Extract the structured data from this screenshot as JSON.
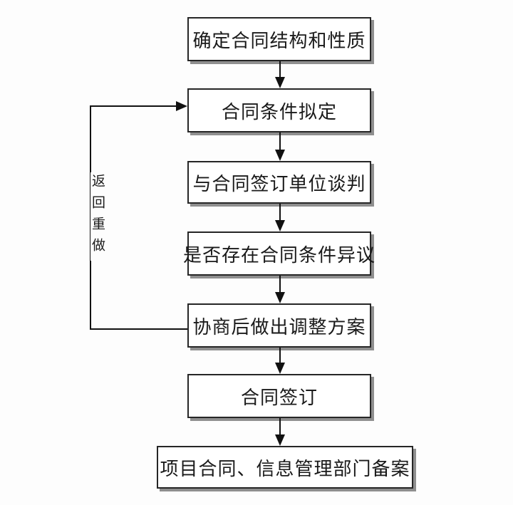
{
  "diagram": {
    "type": "flowchart",
    "subject": "contract-signing-process",
    "nodes": [
      {
        "id": "n1",
        "label": "确定合同结构和性质"
      },
      {
        "id": "n2",
        "label": "合同条件拟定"
      },
      {
        "id": "n3",
        "label": "与合同签订单位谈判"
      },
      {
        "id": "n4",
        "label": "是否存在合同条件异议"
      },
      {
        "id": "n5",
        "label": "协商后做出调整方案"
      },
      {
        "id": "n6",
        "label": "合同签订"
      },
      {
        "id": "n7",
        "label": "项目合同、信息管理部门备案"
      }
    ],
    "edges": [
      {
        "from": "n1",
        "to": "n2",
        "label": ""
      },
      {
        "from": "n2",
        "to": "n3",
        "label": ""
      },
      {
        "from": "n3",
        "to": "n4",
        "label": ""
      },
      {
        "from": "n4",
        "to": "n5",
        "label": ""
      },
      {
        "from": "n5",
        "to": "n6",
        "label": ""
      },
      {
        "from": "n6",
        "to": "n7",
        "label": ""
      },
      {
        "from": "n5",
        "to": "n2",
        "label": "返回重做"
      }
    ],
    "loop_label": "返回重做",
    "colors": {
      "background": "#fdfdfd",
      "box_fill": "#ffffff",
      "box_border": "#262626",
      "box_shadow": "#8f8f8f",
      "line": "#111111",
      "text": "#1a1a1a"
    }
  }
}
